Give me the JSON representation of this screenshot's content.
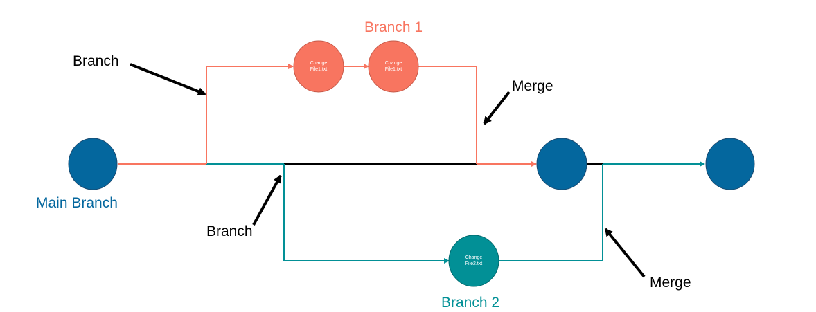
{
  "colors": {
    "main": "#04679e",
    "branch1": "#f87560",
    "branch2": "#029096",
    "line_main": "#000000",
    "annotation": "#000000",
    "node_text": "#ffffff"
  },
  "labels": {
    "main_branch": "Main Branch",
    "branch1_title": "Branch 1",
    "branch2_title": "Branch 2",
    "branch_annotation_top": "Branch",
    "branch_annotation_bottom": "Branch",
    "merge_annotation_top": "Merge",
    "merge_annotation_bottom": "Merge"
  },
  "nodes": {
    "branch1_commit1": {
      "line1": "Change",
      "line2": "File1.txt"
    },
    "branch1_commit2": {
      "line1": "Change",
      "line2": "File1.txt"
    },
    "branch2_commit1": {
      "line1": "Change",
      "line2": "File2.txt"
    }
  }
}
